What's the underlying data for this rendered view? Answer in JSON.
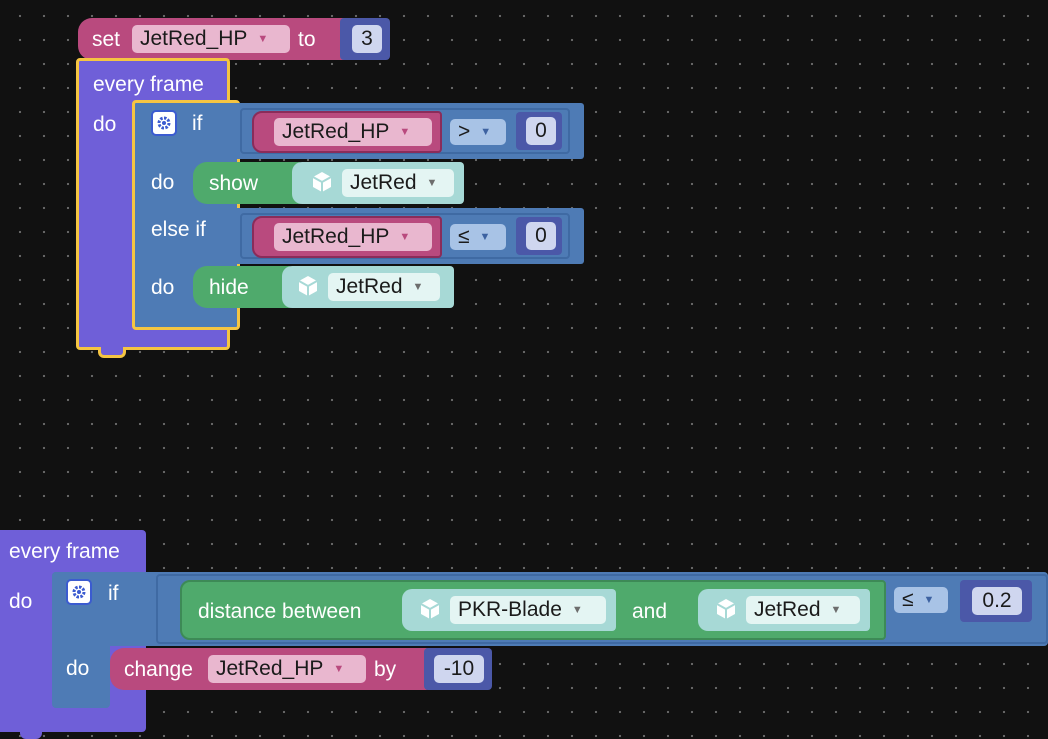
{
  "block1": {
    "set_label": "set",
    "set_var": "JetRed_HP",
    "to_label": "to",
    "set_value": "3",
    "every_frame": "every frame",
    "do_label": "do",
    "if_label": "if",
    "cond1_var": "JetRed_HP",
    "cond1_op": ">",
    "cond1_value": "0",
    "do1_label": "do",
    "show_label": "show",
    "show_sprite": "JetRed",
    "elseif_label": "else if",
    "cond2_var": "JetRed_HP",
    "cond2_op": "≤",
    "cond2_value": "0",
    "do2_label": "do",
    "hide_label": "hide",
    "hide_sprite": "JetRed"
  },
  "block2": {
    "every_frame": "every frame",
    "do_label": "do",
    "if_label": "if",
    "distance_label": "distance between",
    "sprite_a": "PKR-Blade",
    "and_label": "and",
    "sprite_b": "JetRed",
    "op": "≤",
    "value": "0.2",
    "do1_label": "do",
    "change_label": "change",
    "change_var": "JetRed_HP",
    "by_label": "by",
    "change_value": "-10"
  },
  "icons": {
    "gear": "gear-icon",
    "sprite": "cube-icon",
    "dropdown": "chevron-down-icon"
  },
  "colors": {
    "background": "#111111",
    "event_block": "#6f5fd8",
    "control_block": "#4e7bb5",
    "variable_block": "#b94a7e",
    "sprite_block": "#4faa6c",
    "math_block": "#4b58a8",
    "selection_outline": "#f5c542"
  }
}
